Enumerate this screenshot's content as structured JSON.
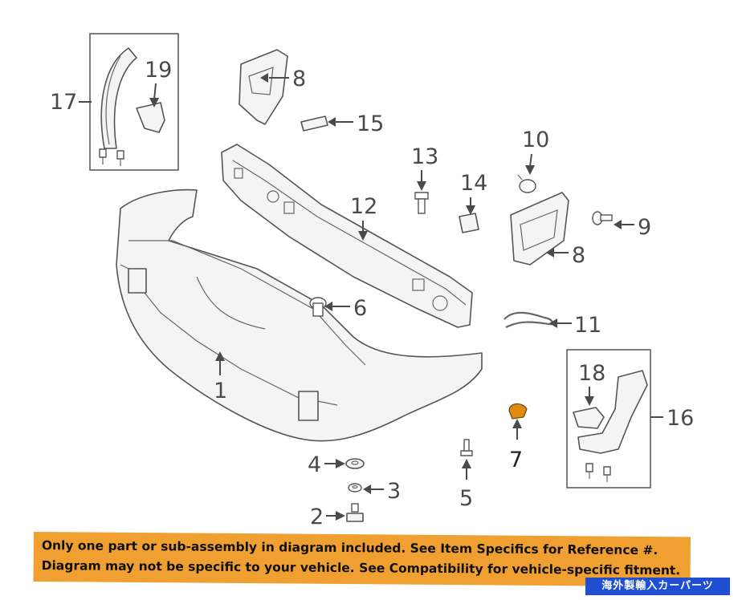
{
  "diagram": {
    "callouts": {
      "c1": "1",
      "c2": "2",
      "c3": "3",
      "c4": "4",
      "c5": "5",
      "c6": "6",
      "c7": "7",
      "c8a": "8",
      "c8b": "8",
      "c9": "9",
      "c10": "10",
      "c11": "11",
      "c12": "12",
      "c13": "13",
      "c14": "14",
      "c15": "15",
      "c16": "16",
      "c17": "17",
      "c18": "18",
      "c19": "19"
    },
    "colors": {
      "highlight_part": "#e08a10",
      "banner": "#f0a030",
      "badge": "#1f4fd0"
    }
  },
  "banner": {
    "line1": "Only one part or sub-assembly in diagram included. See Item Specifics for Reference #.",
    "line2": "Diagram may not be specific to your vehicle. See Compatibility for vehicle-specific fitment."
  },
  "badge": {
    "label": "海外製輸入カーパーツ"
  }
}
